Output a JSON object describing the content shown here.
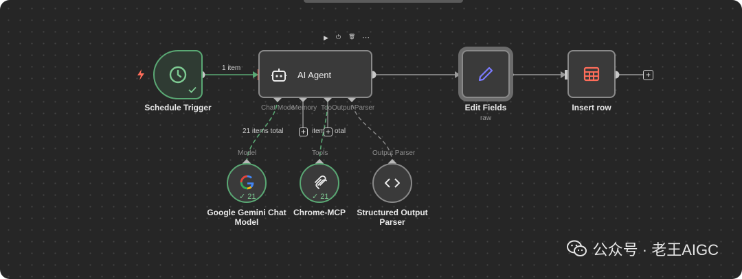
{
  "toolbar": {
    "play": "▶",
    "power": "⏻",
    "delete": "🗑",
    "more": "⋯"
  },
  "nodes": {
    "schedule_trigger": {
      "label": "Schedule Trigger"
    },
    "ai_agent": {
      "label": "AI Agent"
    },
    "edit_fields": {
      "label": "Edit Fields",
      "sub": "raw"
    },
    "insert_row": {
      "label": "Insert row"
    },
    "gemini": {
      "label": "Google Gemini Chat Model",
      "badge": "✓ 21"
    },
    "chrome_mcp": {
      "label": "Chrome-MCP",
      "badge": "✓ 21"
    },
    "parser": {
      "label": "Structured Output Parser"
    }
  },
  "ports": {
    "chat_model": "Chat Mode",
    "memory": "Memory",
    "tool": "Too",
    "output_parser": "Output Parser",
    "model": "Model",
    "tools": "Tools",
    "output_parser_in": "Output Parser"
  },
  "edges": {
    "trigger_to_agent": "1 item",
    "model_items": "21 items total",
    "tools_items_left": "item",
    "tools_items_right": "otal"
  },
  "watermark": {
    "text": "公众号 · 老王AIGC"
  },
  "colors": {
    "accent_green": "#5aa874",
    "trigger_bolt": "#ff6d5a",
    "pencil": "#7b7bff",
    "table": "#ff6d5a"
  }
}
